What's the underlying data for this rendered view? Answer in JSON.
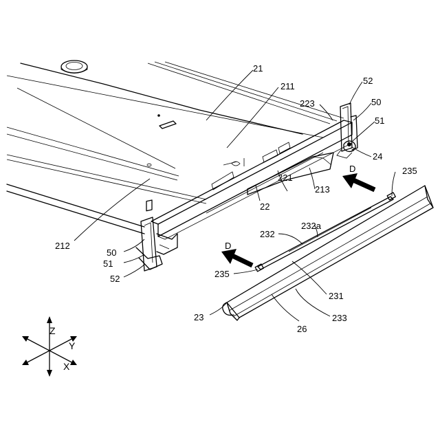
{
  "labels": {
    "l21": "21",
    "l211": "211",
    "l52a": "52",
    "l223": "223",
    "l50a": "50",
    "l51a": "51",
    "l24": "24",
    "lDa": "D",
    "l235a": "235",
    "l221": "221",
    "l213": "213",
    "l22": "22",
    "l212": "212",
    "l232": "232",
    "l232a": "232a",
    "l50b": "50",
    "l51b": "51",
    "l52b": "52",
    "lDb": "D",
    "l235b": "235",
    "l231": "231",
    "l23": "23",
    "l233": "233",
    "l26": "26"
  },
  "axes": {
    "z": "Z",
    "y": "Y",
    "x": "X"
  }
}
